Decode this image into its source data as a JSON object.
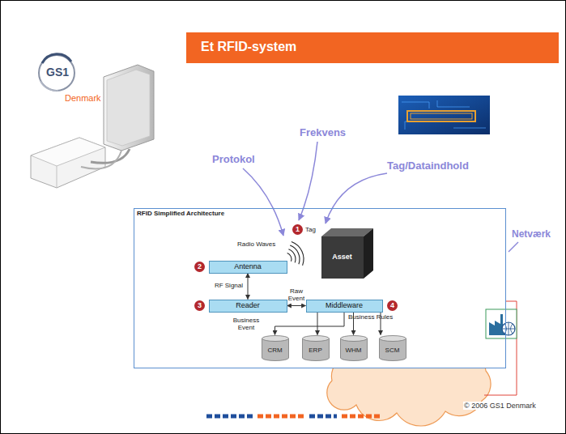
{
  "diagram": {
    "title": "Et RFID-system",
    "nodes": [
      {
        "text": [
          "RFID Simplified Architecture"
        ]
      },
      {
        "text": [
          "Asset"
        ],
        "in": 0
      },
      {
        "text": [
          "Antenna"
        ],
        "in": 0
      },
      {
        "text": [
          "Reader"
        ],
        "in": 0
      },
      {
        "text": [
          "Middleware"
        ],
        "in": 0
      },
      {
        "text": [
          "CRM"
        ],
        "in": 0
      },
      {
        "text": [
          "ERP"
        ],
        "in": 0
      },
      {
        "text": [
          "WHM"
        ],
        "in": 0
      },
      {
        "text": [
          "SCM"
        ],
        "in": 0
      }
    ],
    "edges": [
      {
        "from": 2,
        "to": 3,
        "arrow": "both",
        "label": "RF Signal"
      },
      {
        "from": 3,
        "to": 4,
        "arrow": "both",
        "label": "Raw Event"
      },
      {
        "from": 4,
        "to": 5,
        "arrow": "to"
      },
      {
        "from": 4,
        "to": 6,
        "arrow": "to"
      },
      {
        "from": 4,
        "to": 7,
        "arrow": "to"
      },
      {
        "from": 4,
        "to": 8,
        "arrow": "to"
      }
    ],
    "labels": [
      "GS1",
      "Denmark",
      "Frekvens",
      "Protokol",
      "Tag/Dataindhold",
      "Netværk",
      "1",
      "Tag",
      "Radio Waves",
      "2",
      "3",
      "4",
      "Business Rules",
      "Business Event",
      "© 2006 GS1 Denmark"
    ]
  }
}
